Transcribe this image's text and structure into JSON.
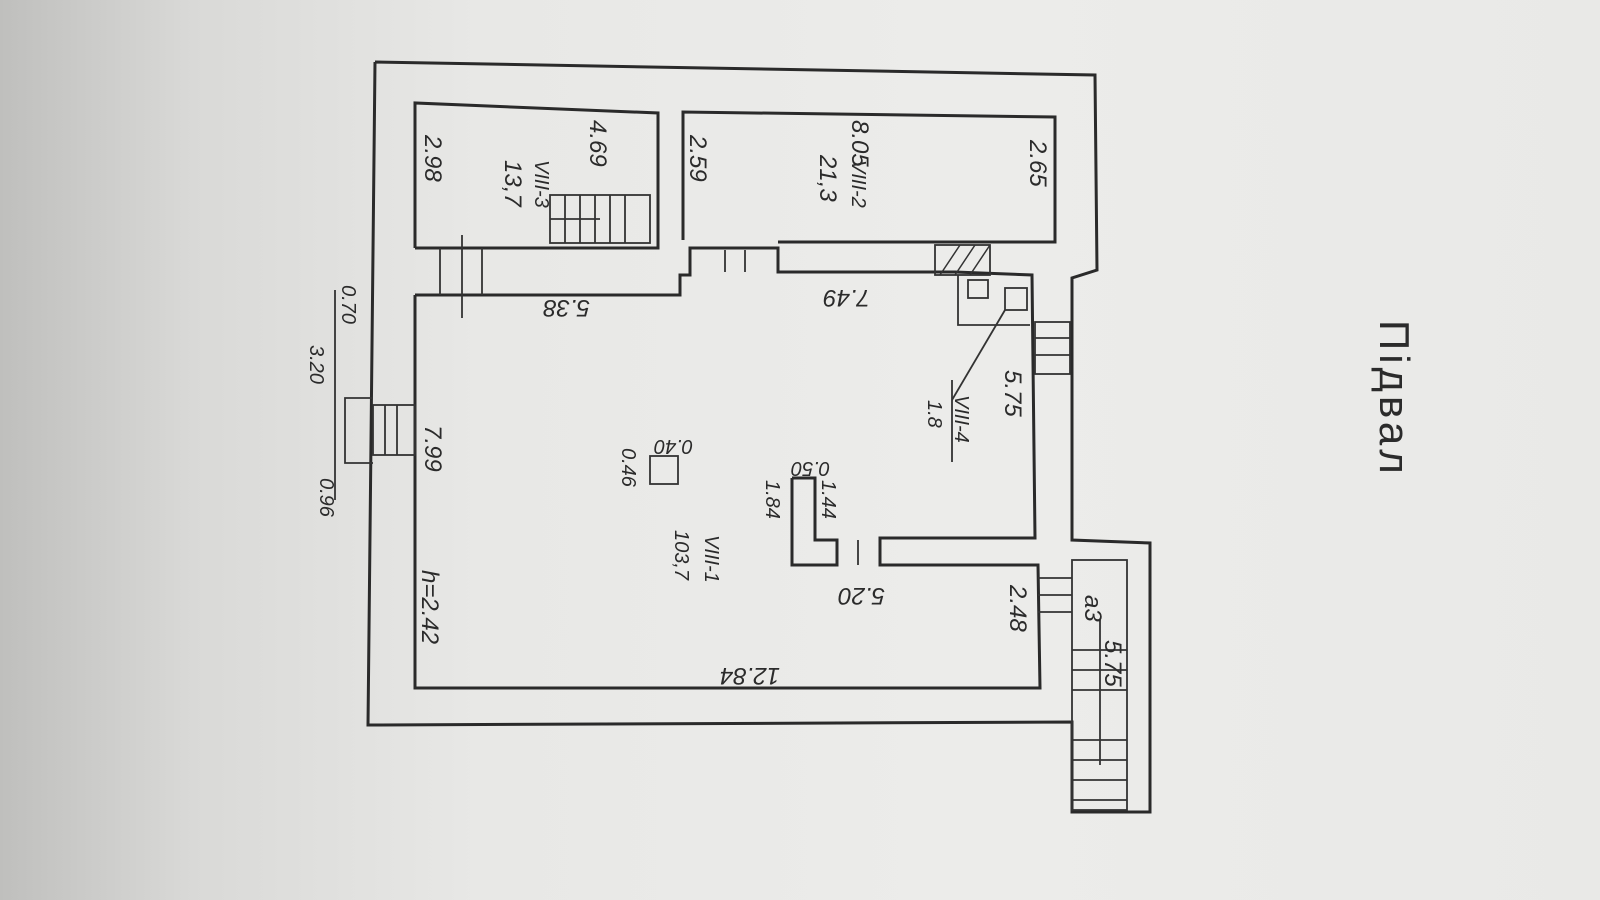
{
  "title": "Підвал",
  "rooms": [
    {
      "id": "VIII-1",
      "area": "103,7"
    },
    {
      "id": "VIII-2",
      "area": "21,3"
    },
    {
      "id": "VIII-3",
      "area": "13,7"
    },
    {
      "id": "VIII-4",
      "area": "1.8"
    }
  ],
  "dimensions": {
    "r3_top": "4.69",
    "r3_left": "2.98",
    "r2_top": "8.05",
    "r2_left": "2.59",
    "r2_right": "2.65",
    "corridor_a": "5.38",
    "corridor_b": "7.49",
    "right_wall": "5.75",
    "left_wall": "7.99",
    "height": "h=2.42",
    "bottom": "12.84",
    "notch_bottom": "5.20",
    "notch_right": "2.48",
    "column_w": "0.40",
    "column_h": "0.46",
    "pillar_w": "0.50",
    "pillar_len": "1.84",
    "pillar_inner": "1.44",
    "entry_len": "3.20",
    "entry_a": "0.70",
    "entry_b": "0.96",
    "stair_label": "a3",
    "stair_len": "5.75"
  }
}
